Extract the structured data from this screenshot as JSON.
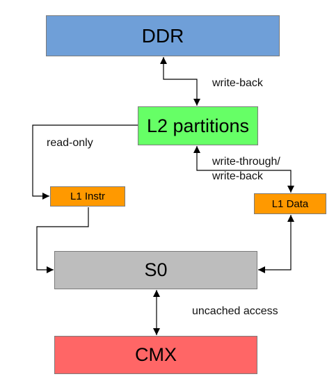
{
  "colors": {
    "ddr": "#6f9fd8",
    "l2": "#66ff66",
    "l1": "#ff9900",
    "s0": "#bdbdbd",
    "cmx": "#ff6666",
    "line": "#000000"
  },
  "nodes": {
    "ddr": "DDR",
    "l2": "L2 partitions",
    "l1_instr": "L1 Instr",
    "l1_data": "L1 Data",
    "s0": "S0",
    "cmx": "CMX"
  },
  "edge_labels": {
    "ddr_l2": "write-back",
    "l2_l1_instr": "read-only",
    "l2_l1_data_line1": "write-through/",
    "l2_l1_data_line2": "write-back",
    "s0_cmx": "uncached access"
  }
}
